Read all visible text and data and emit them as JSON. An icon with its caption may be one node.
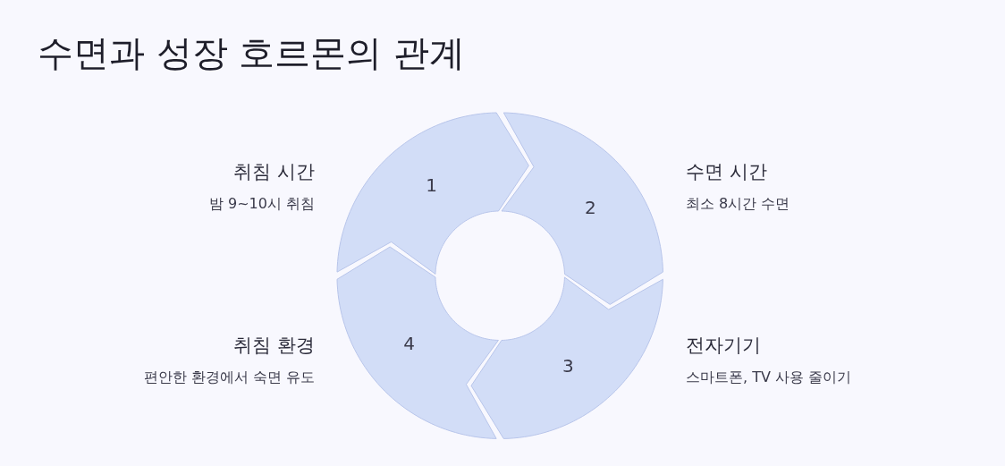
{
  "diagram": {
    "title": "수면과 성장 호르몬의 관계",
    "nodes": [
      {
        "text": [
          "1"
        ],
        "beside": [
          "취침 시간",
          "밤 9~10시 취침"
        ]
      },
      {
        "text": [
          "2"
        ],
        "beside": [
          "수면 시간",
          "최소 8시간 수면"
        ]
      },
      {
        "text": [
          "3"
        ],
        "beside": [
          "전자기기",
          "스마트폰, TV 사용 줄이기"
        ]
      },
      {
        "text": [
          "4"
        ],
        "beside": [
          "취침 환경",
          "편안한 환경에서 숙면 유도"
        ]
      }
    ]
  }
}
